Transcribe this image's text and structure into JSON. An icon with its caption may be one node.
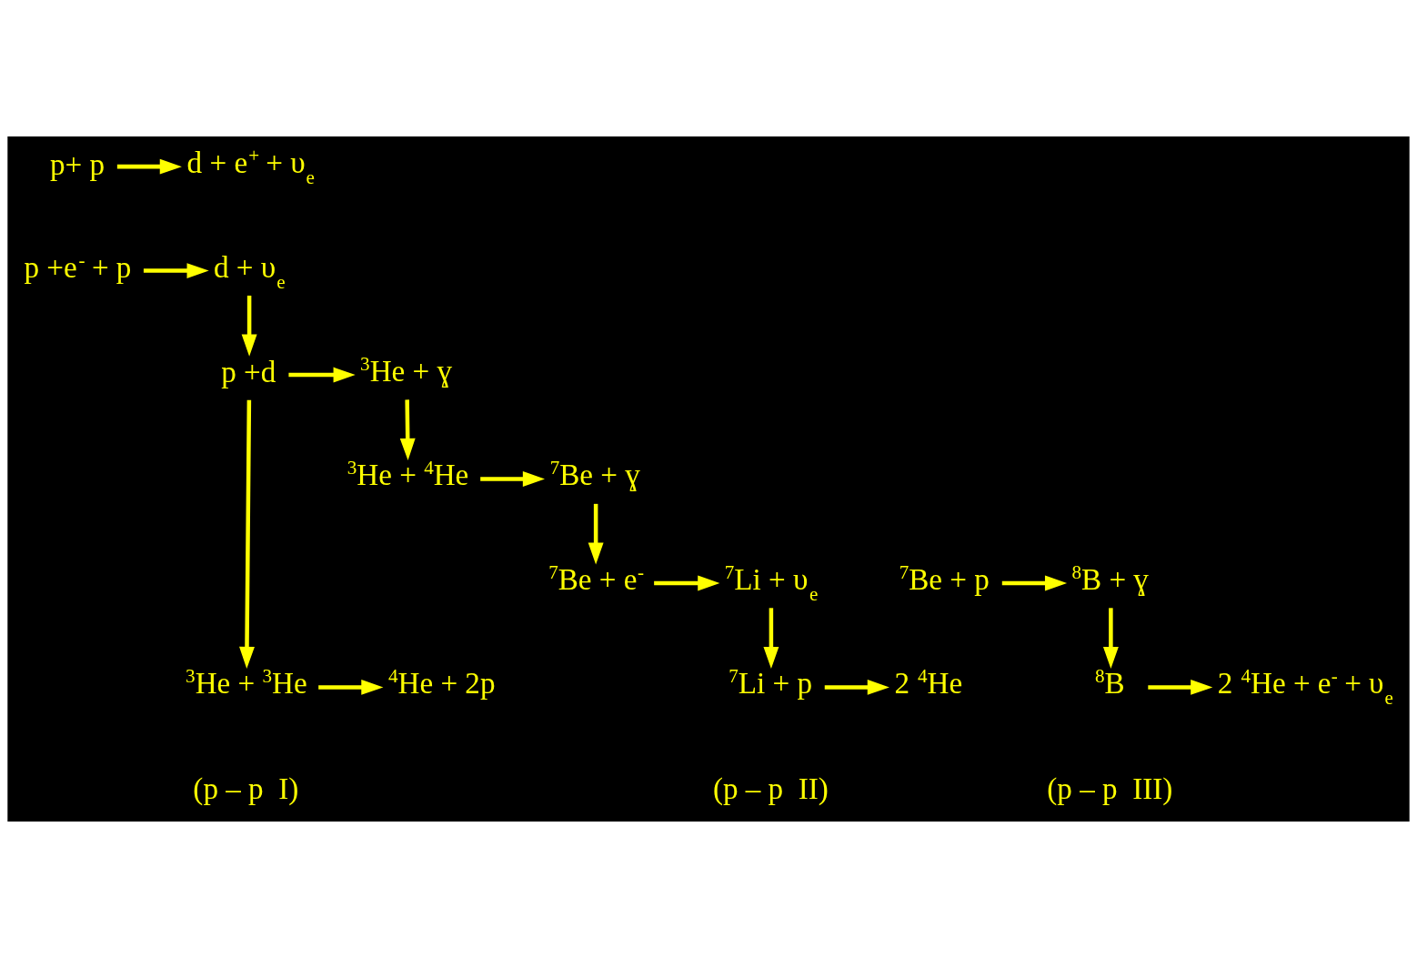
{
  "diagram": {
    "nodes": [
      {
        "text": [
          "p+ p"
        ]
      },
      {
        "text": [
          "d + e$^{+}$ + υ$_{e}$"
        ]
      },
      {
        "text": [
          "p +e$^{-}$ + p"
        ]
      },
      {
        "text": [
          "d + υ$_{e}$"
        ]
      },
      {
        "text": [
          "p +d"
        ]
      },
      {
        "text": [
          "$^{3}$He + ɣ"
        ]
      },
      {
        "text": [
          "$^{3}$He + $^{4}$He"
        ]
      },
      {
        "text": [
          "$^{7}$Be + ɣ"
        ]
      },
      {
        "text": [
          "$^{7}$Be + e$^{-}$"
        ]
      },
      {
        "text": [
          "$^{7}$Li + υ$_{e}$"
        ]
      },
      {
        "text": [
          "$^{7}$Be + p"
        ]
      },
      {
        "text": [
          "$^{8}$B + ɣ"
        ]
      },
      {
        "text": [
          "$^{3}$He + $^{3}$He"
        ]
      },
      {
        "text": [
          "$^{4}$He + 2p"
        ]
      },
      {
        "text": [
          "$^{7}$Li + p"
        ]
      },
      {
        "text": [
          "2 $^{4}$He"
        ]
      },
      {
        "text": [
          "$^{8}$B"
        ]
      },
      {
        "text": [
          "2 $^{4}$He + e$^{-}$ + υ$_{e}$"
        ]
      }
    ],
    "edges": [
      {
        "from": 0,
        "to": 1,
        "arrow": "to"
      },
      {
        "from": 2,
        "to": 3,
        "arrow": "to"
      },
      {
        "from": 3,
        "to": 4,
        "arrow": "to"
      },
      {
        "from": 4,
        "to": 5,
        "arrow": "to"
      },
      {
        "from": 4,
        "to": 12,
        "arrow": "to"
      },
      {
        "from": 5,
        "to": 6,
        "arrow": "to"
      },
      {
        "from": 6,
        "to": 7,
        "arrow": "to"
      },
      {
        "from": 7,
        "to": 8,
        "arrow": "to"
      },
      {
        "from": 8,
        "to": 9,
        "arrow": "to"
      },
      {
        "from": 10,
        "to": 11,
        "arrow": "to"
      },
      {
        "from": 9,
        "to": 14,
        "arrow": "to"
      },
      {
        "from": 11,
        "to": 16,
        "arrow": "to"
      },
      {
        "from": 12,
        "to": 13,
        "arrow": "to"
      },
      {
        "from": 14,
        "to": 15,
        "arrow": "to"
      },
      {
        "from": 16,
        "to": 17,
        "arrow": "to"
      }
    ],
    "labels": [
      "(p – p  I)",
      "(p – p  II)",
      "(p – p  III)"
    ]
  }
}
